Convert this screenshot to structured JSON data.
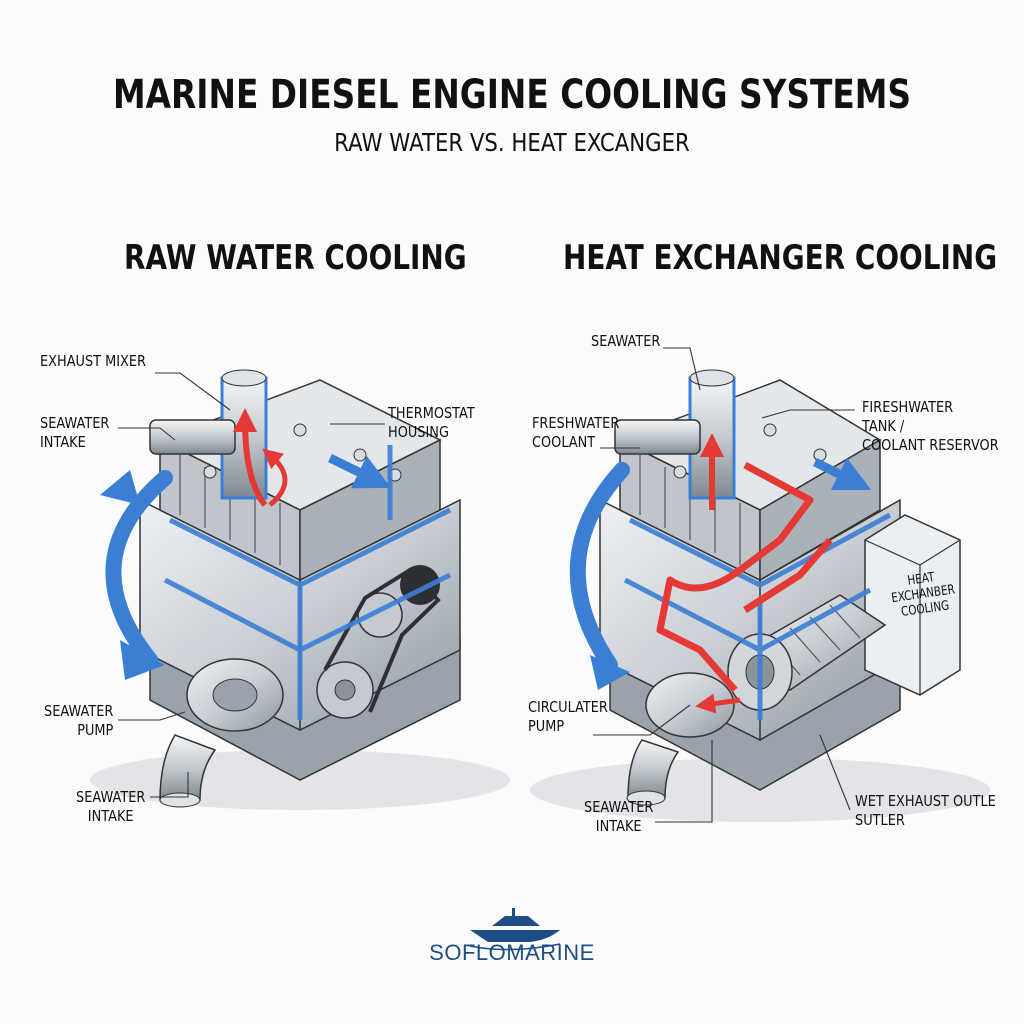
{
  "header": {
    "title": "MARINE DIESEL ENGINE COOLING SYSTEMS",
    "subtitle": "RAW WATER VS. HEAT EXCANGER"
  },
  "left": {
    "heading": "RAW WATER COOLING",
    "labels": {
      "exhaust_mixer": "EXHAUST MIXER",
      "seawater_intake_top": "SEAWATER\nINTAKE",
      "thermostat": "THERMOSTAT\nHOUSING",
      "seawater_pump": "SEAWATER\nPUMP",
      "seawater_intake_bottom": "SEAWATER\nINTAKE"
    }
  },
  "right": {
    "heading": "HEAT EXCHANGER COOLING",
    "labels": {
      "seawater": "SEAWATER",
      "freshwater_coolant": "FRESHWATER\nCOOLANT",
      "freshwater_tank": "FIRESHWATER\nTANK /\nCOOLANT RESERVOR",
      "heat_exchanger_box": "HEAT\nEXCHANBER\nCOOLING",
      "circulater_pump": "CIRCULATER\nPUMP",
      "seawater_intake": "SEAWATER\nINTAKE",
      "wet_exhaust": "WET EXHAUST OUTLE\nSUTLER"
    }
  },
  "footer": {
    "brand": "SOFLOMARINE"
  },
  "colors": {
    "seawater_flow": "#3b7fd4",
    "coolant_flow": "#e53935",
    "engine_metal": "#c9ced4",
    "engine_dark": "#7d858e",
    "brand": "#1d4f86"
  }
}
